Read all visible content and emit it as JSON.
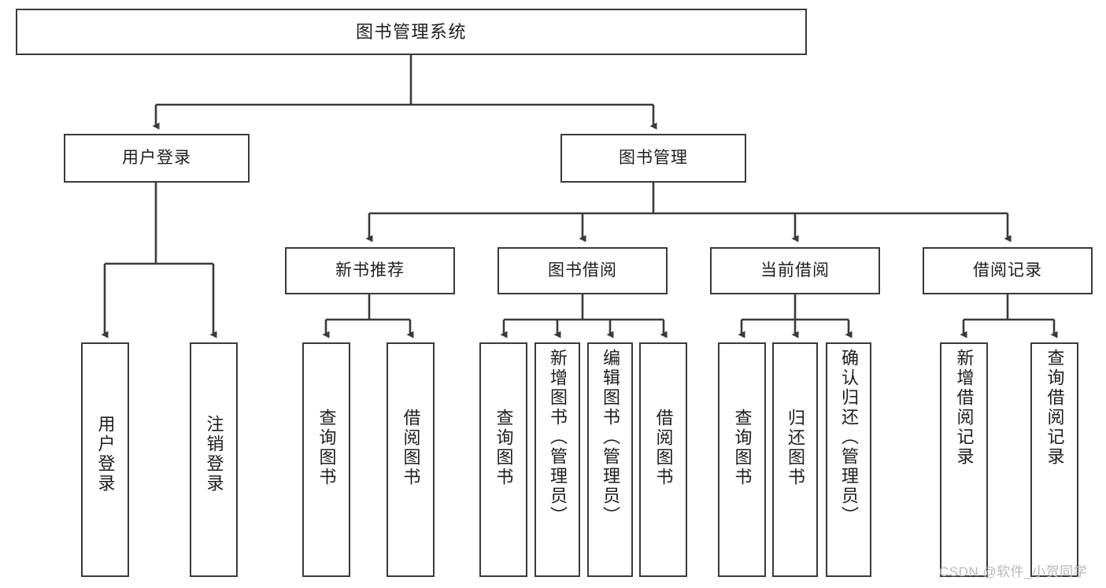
{
  "diagram": {
    "type": "hierarchy-tree",
    "title": "图书管理系统",
    "orientation": "top-down",
    "colors": {
      "node_border": "#3a3a3a",
      "node_fill": "#ffffff",
      "edge": "#3a3a3a",
      "text": "#1d1d1d",
      "watermark": "#b9b9b9",
      "background": "#ffffff"
    },
    "nodes": {
      "root": {
        "label": "图书管理系统",
        "level": 1
      },
      "level2": [
        {
          "id": "user-login",
          "label": "用户登录"
        },
        {
          "id": "book-management",
          "label": "图书管理"
        }
      ],
      "level3": [
        {
          "id": "new-book-recommend",
          "label": "新书推荐"
        },
        {
          "id": "book-borrow",
          "label": "图书借阅"
        },
        {
          "id": "current-borrow",
          "label": "当前借阅"
        },
        {
          "id": "borrow-record",
          "label": "借阅记录"
        }
      ],
      "leaves": {
        "user-login": [
          {
            "id": "leaf-user-login",
            "label": "用户登录"
          },
          {
            "id": "leaf-user-logout",
            "label": "注销登录"
          }
        ],
        "new-book-recommend": [
          {
            "id": "leaf-query-book-1",
            "label": "查询图书"
          },
          {
            "id": "leaf-borrow-book-1",
            "label": "借阅图书"
          }
        ],
        "book-borrow": [
          {
            "id": "leaf-query-book-2",
            "label": "查询图书"
          },
          {
            "id": "leaf-add-book",
            "label": "新增图书（管理员）"
          },
          {
            "id": "leaf-edit-book",
            "label": "编辑图书（管理员）"
          },
          {
            "id": "leaf-borrow-book-2",
            "label": "借阅图书"
          }
        ],
        "current-borrow": [
          {
            "id": "leaf-query-book-3",
            "label": "查询图书"
          },
          {
            "id": "leaf-return-book",
            "label": "归还图书"
          },
          {
            "id": "leaf-confirm-return",
            "label": "确认归还（管理员）"
          }
        ],
        "borrow-record": [
          {
            "id": "leaf-add-record",
            "label": "新增借阅记录"
          },
          {
            "id": "leaf-query-record",
            "label": "查询借阅记录"
          }
        ]
      }
    },
    "watermark": "CSDN @软件_小贺同学"
  }
}
